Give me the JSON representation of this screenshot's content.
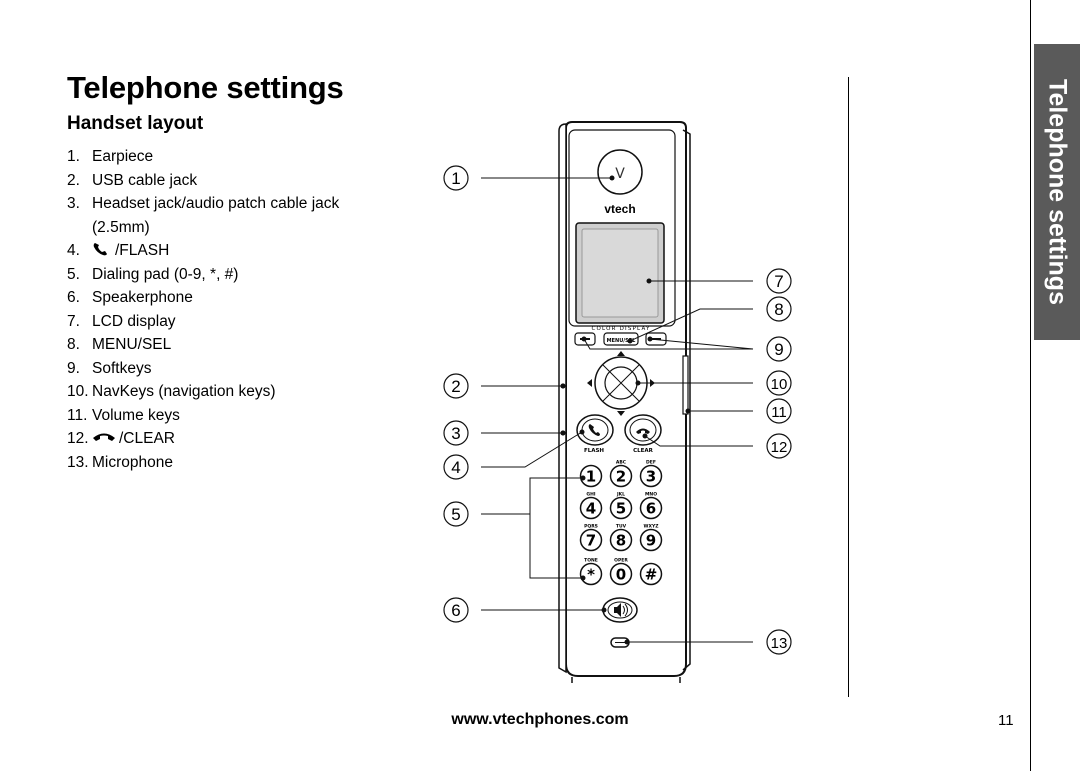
{
  "page": {
    "title": "Telephone settings",
    "section_title": "Handset layout",
    "side_tab": "Telephone settings",
    "footer_url": "www.vtechphones.com",
    "page_number": "11"
  },
  "parts": [
    {
      "num": "1.",
      "text": "Earpiece"
    },
    {
      "num": "2.",
      "text": "USB cable jack"
    },
    {
      "num": "3.",
      "text": "Headset jack/audio patch cable jack (2.5mm)"
    },
    {
      "num": "4.",
      "text": "/FLASH",
      "icon": "phone-icon"
    },
    {
      "num": "5.",
      "text": "Dialing pad (0-9, *, #)"
    },
    {
      "num": "6.",
      "text": "Speakerphone"
    },
    {
      "num": "7.",
      "text": "LCD display"
    },
    {
      "num": "8.",
      "text": "MENU/SEL"
    },
    {
      "num": "9.",
      "text": "Softkeys"
    },
    {
      "num": "10.",
      "text": "NavKeys (navigation keys)"
    },
    {
      "num": "11.",
      "text": "Volume keys"
    },
    {
      "num": "12.",
      "text": "/CLEAR",
      "icon": "hang-up-icon"
    },
    {
      "num": "13.",
      "text": "Microphone"
    }
  ],
  "handset": {
    "brand": "vtech",
    "color_display": "COLOR DISPLAY",
    "menu_label": "MENU/SEL",
    "flash_label": "FLASH",
    "clear_label": "CLEAR",
    "keypad": [
      {
        "digit": "1",
        "letters": ""
      },
      {
        "digit": "2",
        "letters": "ABC"
      },
      {
        "digit": "3",
        "letters": "DEF"
      },
      {
        "digit": "4",
        "letters": "GHI"
      },
      {
        "digit": "5",
        "letters": "JKL"
      },
      {
        "digit": "6",
        "letters": "MNO"
      },
      {
        "digit": "7",
        "letters": "PQRS"
      },
      {
        "digit": "8",
        "letters": "TUV"
      },
      {
        "digit": "9",
        "letters": "WXYZ"
      },
      {
        "digit": "*",
        "letters": "TONE"
      },
      {
        "digit": "0",
        "letters": "OPER"
      },
      {
        "digit": "#",
        "letters": ""
      }
    ]
  },
  "callouts": [
    "1",
    "2",
    "3",
    "4",
    "5",
    "6",
    "7",
    "8",
    "9",
    "10",
    "11",
    "12",
    "13"
  ]
}
